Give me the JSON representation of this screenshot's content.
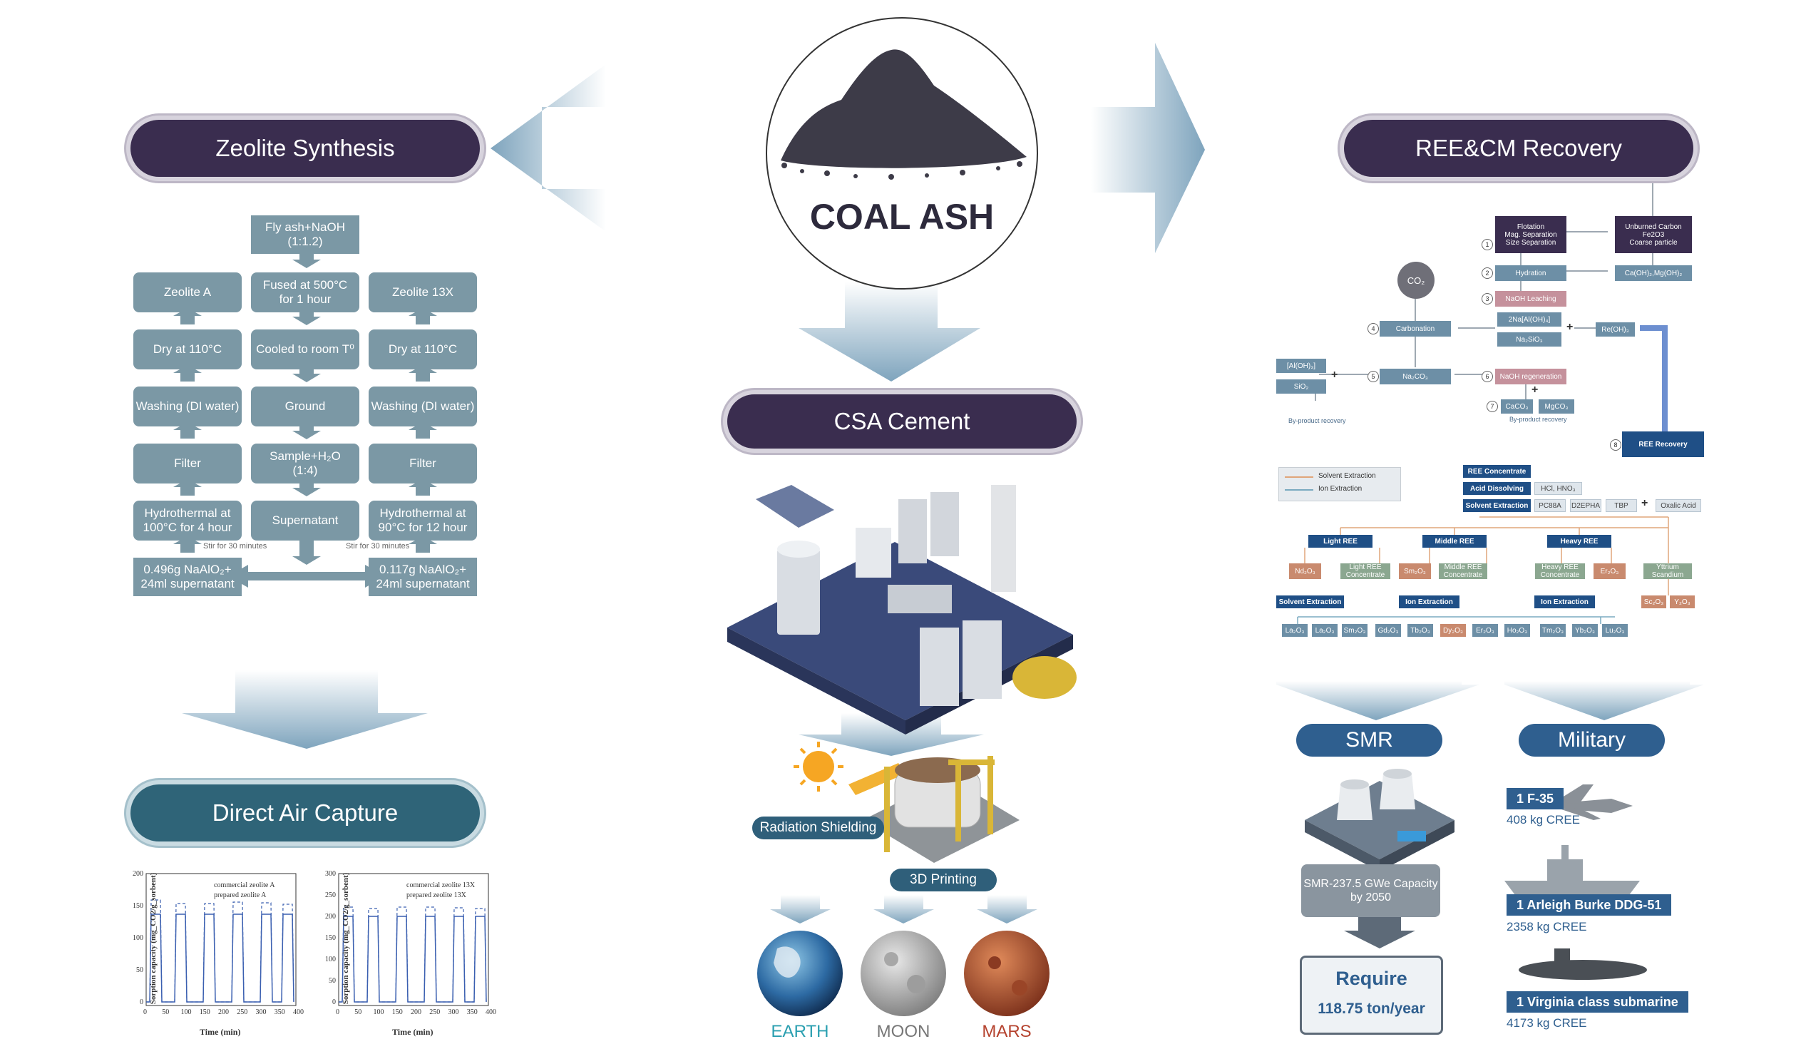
{
  "center": {
    "title": "COAL ASH",
    "csa_title": "CSA Cement",
    "radiation": "Radiation Shielding",
    "printing": "3D Printing",
    "planets": [
      {
        "label": "EARTH",
        "color": "#2a9fb0"
      },
      {
        "label": "MOON",
        "color": "#777777"
      },
      {
        "label": "MARS",
        "color": "#b5432f"
      }
    ]
  },
  "zeolite": {
    "title": "Zeolite Synthesis",
    "center_col": [
      "Fly ash+NaOH\n(1:1.2)",
      "Fused at 500°C\nfor 1 hour",
      "Cooled to room T⁰",
      "Ground",
      "Sample+H₂O\n(1:4)",
      "Supernatant"
    ],
    "left_col": [
      "Zeolite A",
      "Dry at 110°C",
      "Washing (DI water)",
      "Filter",
      "Hydrothermal at\n100°C for 4 hour"
    ],
    "right_col": [
      "Zeolite 13X",
      "Dry at 110°C",
      "Washing (DI water)",
      "Filter",
      "Hydrothermal at\n90°C for 12 hour"
    ],
    "left_bottom": "0.496g NaAlO₂+\n24ml supernatant",
    "right_bottom": "0.117g NaAlO₂+\n24ml supernatant",
    "stir_left": "Stir for 30 minutes",
    "stir_right": "Stir for 30 minutes"
  },
  "dac": {
    "title": "Direct Air Capture",
    "charts": [
      {
        "legend": [
          "commercial zeolite A",
          "prepared zeolite A"
        ],
        "ylabel": "Sorption capacity (mg_CO2/g_sorbent)",
        "xlabel": "Time (min)",
        "yticks": [
          "0",
          "50",
          "100",
          "150",
          "200"
        ],
        "xticks": [
          "0",
          "50",
          "100",
          "150",
          "200",
          "250",
          "300",
          "350",
          "400"
        ]
      },
      {
        "legend": [
          "commercial zeolite 13X",
          "prepared zeolite 13X"
        ],
        "ylabel": "Sorption capacity (mg_CO2/g_sorbent)",
        "xlabel": "Time (min)",
        "yticks": [
          "0",
          "50",
          "100",
          "150",
          "200",
          "250",
          "300"
        ],
        "xticks": [
          "0",
          "50",
          "100",
          "150",
          "200",
          "250",
          "300",
          "350",
          "400"
        ]
      }
    ]
  },
  "ree": {
    "title": "REE&CM Recovery",
    "flotation": "Flotation\nMag. Separation\nSize Separation",
    "unburned": "Unburned Carbon\nFe2O3\nCoarse particle",
    "hydration": "Hydration",
    "caoh": "Ca(OH)₂,Mg(OH)₂",
    "naoh_leach": "NaOH Leaching",
    "na_al": "2Na[Al(OH)₄]",
    "na_si": "Na₂SiO₃",
    "re_oh": "Re(OH)₃",
    "co2": "CO₂",
    "carbonation": "Carbonation",
    "aloh": "[Al(OH)₃]",
    "sio2": "SiO₂",
    "na2co3": "Na₂CO₃",
    "naoh_regen": "NaOH regeneration",
    "caco3": "CaCO₃",
    "mgco3": "MgCO₃",
    "byprod1": "By-product recovery",
    "byprod2": "By-product recovery",
    "ree_recovery": "REE Recovery",
    "legend_solvent": "Solvent Extraction",
    "legend_ion": "Ion Extraction",
    "ree_conc": "REE Concentrate",
    "acid": "Acid Dissolving",
    "acids": "HCl, HNO₃",
    "solvent": "Solvent Extraction",
    "reagents": [
      "PC88A",
      "D2EPHA",
      "TBP",
      "Oxalic Acid"
    ],
    "light": "Light REE",
    "middle": "Middle REE",
    "heavy": "Heavy REE",
    "nd": "Nd₂O₃",
    "light_conc": "Light REE\nConcentrate",
    "sm": "Sm₂O₃",
    "mid_conc": "Middle REE\nConcentrate",
    "heavy_conc": "Heavy REE\nConcentrate",
    "er": "Er₂O₃",
    "yttrium": "Yttrium\nScandium",
    "sc": "Sc₂O₃",
    "y": "Y₂O₃",
    "solvent2": "Solvent Extraction",
    "ion1": "Ion Extraction",
    "ion2": "Ion Extraction",
    "oxides": [
      "La₂O₃",
      "La₂O₃",
      "Sm₂O₃",
      "Gd₂O₃",
      "Tb₂O₃",
      "Dy₂O₃",
      "Er₂O₃",
      "Ho₂O₃",
      "Tm₂O₃",
      "Yb₂O₃",
      "Lu₂O₃"
    ],
    "steps": [
      "1",
      "2",
      "3",
      "4",
      "5",
      "6",
      "7",
      "8"
    ]
  },
  "smr": {
    "title": "SMR",
    "capacity": "SMR-237.5 GWe Capacity\nby 2050",
    "require": "Require",
    "amount": "118.75 ton/year"
  },
  "military": {
    "title": "Military",
    "items": [
      {
        "name": "1 F-35",
        "kg": "408 kg CREE"
      },
      {
        "name": "1 Arleigh Burke DDG-51",
        "kg": "2358 kg CREE"
      },
      {
        "name": "1 Virginia class submarine",
        "kg": "4173 kg CREE"
      }
    ]
  }
}
